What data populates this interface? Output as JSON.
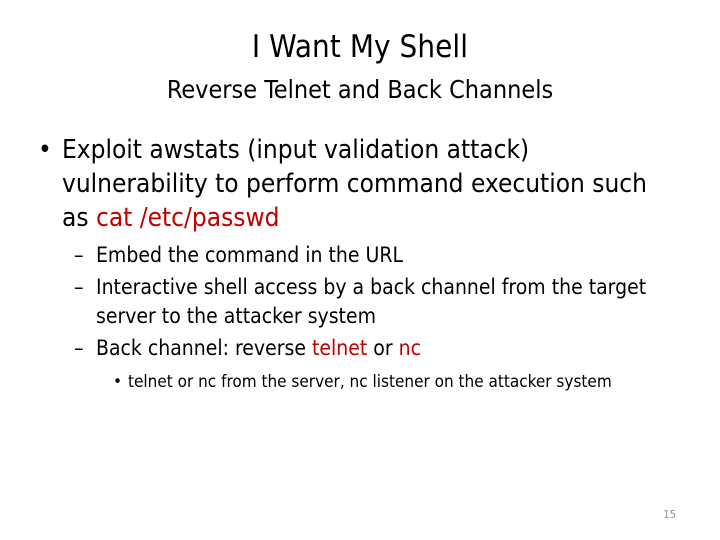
{
  "slide": {
    "title": "I Want My Shell",
    "subtitle": "Reverse Telnet and Back Channels",
    "page_number": "15",
    "accent_color": "#c00000",
    "text_color": "#000000",
    "background_color": "#ffffff",
    "page_number_color": "#8f8f8f"
  },
  "bullets": {
    "level1": {
      "marker": "•",
      "text_before": "Exploit awstats (input validation attack) vulnerability to perform command execution such as ",
      "highlight": "cat /etc/passwd",
      "text_after": ""
    },
    "level2": [
      {
        "marker": "–",
        "text_before": "Embed the command in the URL",
        "highlight": "",
        "text_after": ""
      },
      {
        "marker": "–",
        "text_before": "Interactive shell access by a back channel from the target server to the attacker system",
        "highlight": "",
        "text_after": ""
      },
      {
        "marker": "–",
        "text_before": "Back channel: reverse ",
        "highlight": "telnet",
        "text_middle": " or ",
        "highlight2": "nc",
        "text_after": ""
      }
    ],
    "level3": {
      "marker": "•",
      "text": "telnet or nc from the server, nc listener on the attacker system"
    }
  }
}
